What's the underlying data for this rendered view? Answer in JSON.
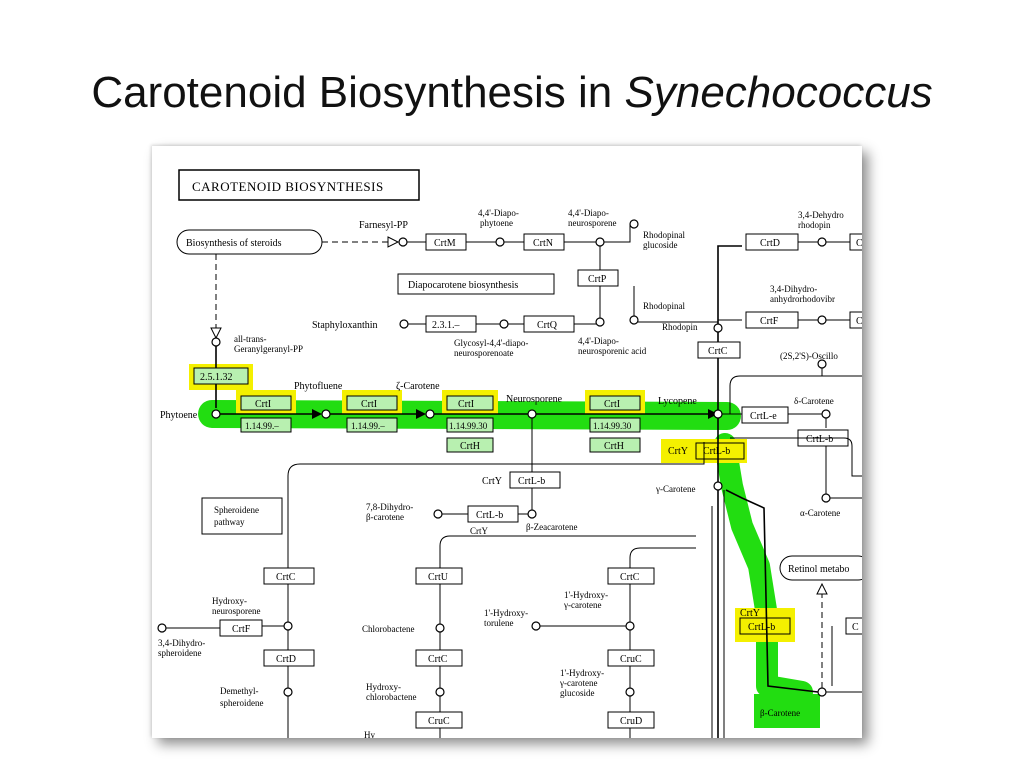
{
  "slide": {
    "title_main": "Carotenoid Biosynthesis in ",
    "title_italic": "Synechococcus"
  },
  "colors": {
    "highlight_green": "#22dd11",
    "highlight_yellow": "#f4f000",
    "enzyme_green": "#b8f0b0"
  },
  "diagram": {
    "header": "CAROTENOID BIOSYNTHESIS",
    "maps": {
      "steroids": "Biosynthesis of steroids",
      "diapocarotene": "Diapocarotene biosynthesis",
      "spheroidene": [
        "Spheroidene",
        "pathway"
      ],
      "retinol": "Retinol metabo"
    },
    "compounds": {
      "farnesyl_pp": "Farnesyl-PP",
      "diapophytoene": [
        "4,4'-Diapo-",
        "phytoene"
      ],
      "diaponeurosporene": [
        "4,4'-Diapo-",
        "neurosporene"
      ],
      "rhodopinal_glucoside": [
        "Rhodopinal",
        "glucoside"
      ],
      "dehydrorhodopin": [
        "3,4-Dehydro",
        "rhodopin"
      ],
      "staphyloxanthin": "Staphyloxanthin",
      "glycosyl": [
        "Glycosyl-4,4'-diapo-",
        "neurosporenoate"
      ],
      "diaponeurosporenic": [
        "4,4'-Diapo-",
        "neurosporenic acid"
      ],
      "rhodopinal": "Rhodopinal",
      "rhodopin": "Rhodopin",
      "anhydrorhodovibrin": [
        "3,4-Dihydro-",
        "anhydrorhodovibr"
      ],
      "ggpp": [
        "all-trans-",
        "Geranylgeranyl-PP"
      ],
      "oscillol": "(2S,2'S)-Oscillo",
      "phytofluene": "Phytofluene",
      "zeta_carotene": "ζ-Carotene",
      "neurosporene": "Neurosporene",
      "lycopene": "Lycopene",
      "phytoene": "Phytoene",
      "delta_carotene": "δ-Carotene",
      "gamma_carotene": "γ-Carotene",
      "alpha_carotene": "α-Carotene",
      "dihydro_beta_carotene": [
        "7,8-Dihydro-",
        "β-carotene"
      ],
      "beta_zeacarotene": "β-Zeacarotene",
      "hydroxyneurosporene": [
        "Hydroxy-",
        "neurosporene"
      ],
      "dihydrospheroidene": [
        "3,4-Dihydro-",
        "spheroidene"
      ],
      "chlorobactene": "Chlorobactene",
      "hydroxytorulene": [
        "1'-Hydroxy-",
        "torulene"
      ],
      "hydroxy_gamma_carotene": [
        "1'-Hydroxy-",
        "γ-carotene"
      ],
      "demethylspheroidene": [
        "Demethyl-",
        "spheroidene"
      ],
      "hydroxychlorobactene": [
        "Hydroxy-",
        "chlorobactene"
      ],
      "hydroxy_gamma_glucoside": [
        "1'-Hydroxy-",
        "γ-carotene",
        "glucoside"
      ],
      "beta_carotene": "β-Carotene",
      "bottom_hy": "Hy"
    },
    "enzymes": {
      "crtM": "CrtM",
      "crtN": "CrtN",
      "crtD_top": "CrtD",
      "crtD_top_cut": "C",
      "crtP": "CrtP",
      "ec_2_3_1": "2.3.1.–",
      "crtQ": "CrtQ",
      "crtF_top": "CrtF",
      "crtF_top_cut": "C",
      "crtC_top": "CrtC",
      "ec_2_5_1_32": "2.5.1.32",
      "crtI_1": "CrtI",
      "ec_1_14_99_a": "1.14.99.–",
      "crtI_2": "CrtI",
      "ec_1_14_99_b": "1.14.99.–",
      "crtI_3": "CrtI",
      "ec_1_14_99_30_a": "1.14.99.30",
      "crtH_1": "CrtH",
      "crtI_4": "CrtI",
      "ec_1_14_99_30_b": "1.14.99.30",
      "crtH_2": "CrtH",
      "crtL_e": "CrtL-e",
      "crtL_b_right": "CrtL-b",
      "crtY_yellow": "CrtY",
      "crtL_b_yellow": "CrtL-b",
      "crtY_mid": "CrtY",
      "crtL_b_mid": "CrtL-b",
      "crtL_b_low": "CrtL-b",
      "crtY_low": "CrtY",
      "crtC_left": "CrtC",
      "crtU": "CrtU",
      "crtC_mid": "CrtC",
      "crtF_left": "CrtF",
      "crtY_lower": "CrtY",
      "crtL_b_lower": "CrtL-b",
      "crtC_cut": "C",
      "crtD_left": "CrtD",
      "crtC_chloro": "CrtC",
      "cruC_mid": "CruC",
      "cruC_bottom": "CruC",
      "cruD": "CruD"
    }
  }
}
